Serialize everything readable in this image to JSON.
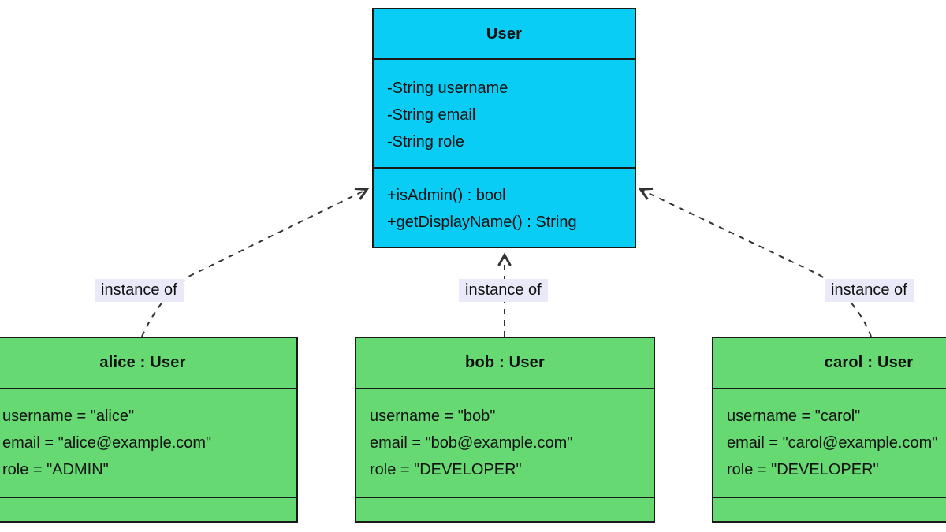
{
  "diagram": {
    "type": "uml-class-object-diagram",
    "colors": {
      "class_fill": "#0acdf5",
      "instance_fill": "#66d973",
      "edge_label_bg": "#e9e9f9",
      "border": "#1a1a1a",
      "edge_stroke": "#333333",
      "text": "#111111",
      "background": "#ffffff"
    },
    "class_node": {
      "title": "User",
      "attributes": [
        "-String username",
        "-String email",
        "-String role"
      ],
      "methods": [
        "+isAdmin() : bool",
        "+getDisplayName() : String"
      ]
    },
    "instances": [
      {
        "title": "alice : User",
        "attributes": [
          "username = \"alice\"",
          "email = \"alice@example.com\"",
          "role = \"ADMIN\""
        ]
      },
      {
        "title": "bob : User",
        "attributes": [
          "username = \"bob\"",
          "email = \"bob@example.com\"",
          "role = \"DEVELOPER\""
        ]
      },
      {
        "title": "carol : User",
        "attributes": [
          "username = \"carol\"",
          "email = \"carol@example.com\"",
          "role = \"DEVELOPER\""
        ]
      }
    ],
    "edges": [
      {
        "from": "alice",
        "to": "User",
        "label": "instance of",
        "style": "dashed-open-arrow"
      },
      {
        "from": "bob",
        "to": "User",
        "label": "instance of",
        "style": "dashed-open-arrow"
      },
      {
        "from": "carol",
        "to": "User",
        "label": "instance of",
        "style": "dashed-open-arrow"
      }
    ]
  }
}
